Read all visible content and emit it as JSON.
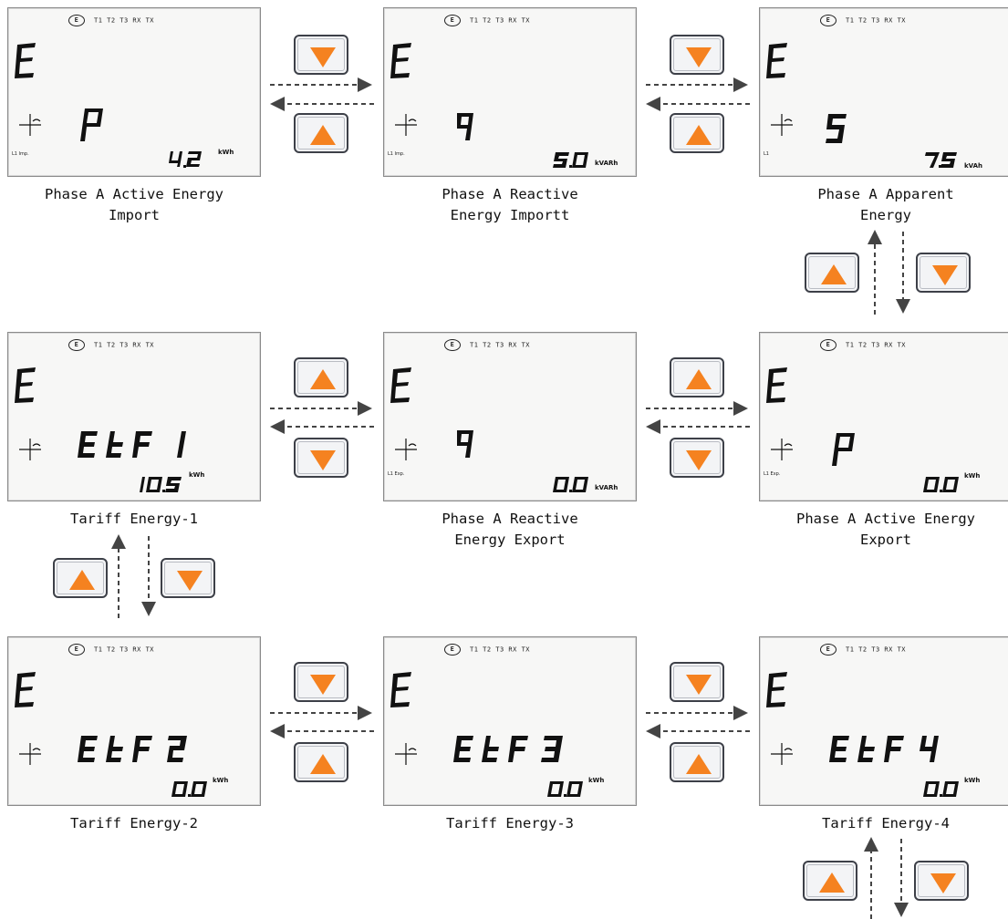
{
  "colors": {
    "button_triangle": "#f58220",
    "lcd_background": "#f7f7f6",
    "segments": "#111111"
  },
  "lcd_icons": {
    "circle": "E",
    "icons": "T1 T2 T3 RX TX"
  },
  "screens": [
    {
      "main": "E",
      "symbol": "P",
      "value": "4.2",
      "unit": "kWh",
      "tag": "L1 Imp.",
      "caption": "Phase A Active Energy\nImport"
    },
    {
      "main": "E",
      "symbol": "9",
      "value": "5.0",
      "unit": "kVARh",
      "tag": "L1 Imp.",
      "caption": "Phase A Reactive\nEnergy Importt"
    },
    {
      "main": "E",
      "symbol": "5",
      "value": "7.5",
      "unit": "kVAh",
      "tag": "L1",
      "caption": "Phase A Apparent\nEnergy"
    },
    {
      "main": "E",
      "symbol": "EtF1",
      "value": "10.5",
      "unit": "kWh",
      "tag": "",
      "caption": "Tariff Energy-1"
    },
    {
      "main": "E",
      "symbol": "9",
      "value": "0.0",
      "unit": "kVARh",
      "tag": "L1 Exp.",
      "caption": "Phase A Reactive\nEnergy Export"
    },
    {
      "main": "E",
      "symbol": "P",
      "value": "0.0",
      "unit": "kWh",
      "tag": "L1 Exp.",
      "caption": "Phase A Active Energy\nExport"
    },
    {
      "main": "E",
      "symbol": "EtF2",
      "value": "0.0",
      "unit": "kWh",
      "tag": "",
      "caption": "Tariff Energy-2"
    },
    {
      "main": "E",
      "symbol": "EtF3",
      "value": "0.0",
      "unit": "kWh",
      "tag": "",
      "caption": "Tariff Energy-3"
    },
    {
      "main": "E",
      "symbol": "EtF4",
      "value": "0.0",
      "unit": "kWh",
      "tag": "",
      "caption": "Tariff Energy-4"
    }
  ],
  "buttons": [
    {
      "name": "down-button",
      "icon": "down-triangle-icon"
    },
    {
      "name": "up-button",
      "icon": "up-triangle-icon"
    }
  ]
}
